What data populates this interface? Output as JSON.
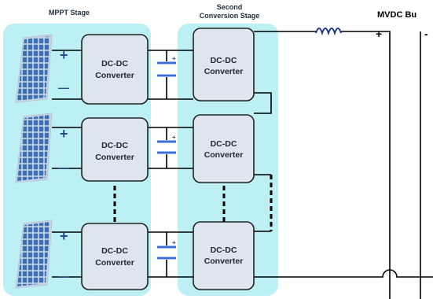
{
  "labels": {
    "mppt_stage": "MPPT Stage",
    "second_stage_line1": "Second",
    "second_stage_line2": "Conversion Stage",
    "mvdc_bus": "MVDC Bu",
    "converter_line1": "DC-DC",
    "converter_line2": "Converter",
    "plus": "+",
    "minus": "—",
    "bus_plus": "+",
    "bus_minus": "-"
  },
  "colors": {
    "stage_panel": "#bdf0f5",
    "converter_fill": "#dde5ee",
    "converter_stroke": "#222222",
    "wire": "#000000",
    "inductor": "#1f3a8a",
    "capacitor": "#3b6fd6",
    "pv_cell": "#3c6fb3",
    "pv_frame": "#b5c4d6"
  },
  "icons": {
    "pv_panel": "solar-panel-icon",
    "capacitor": "capacitor-icon",
    "inductor": "inductor-icon"
  }
}
